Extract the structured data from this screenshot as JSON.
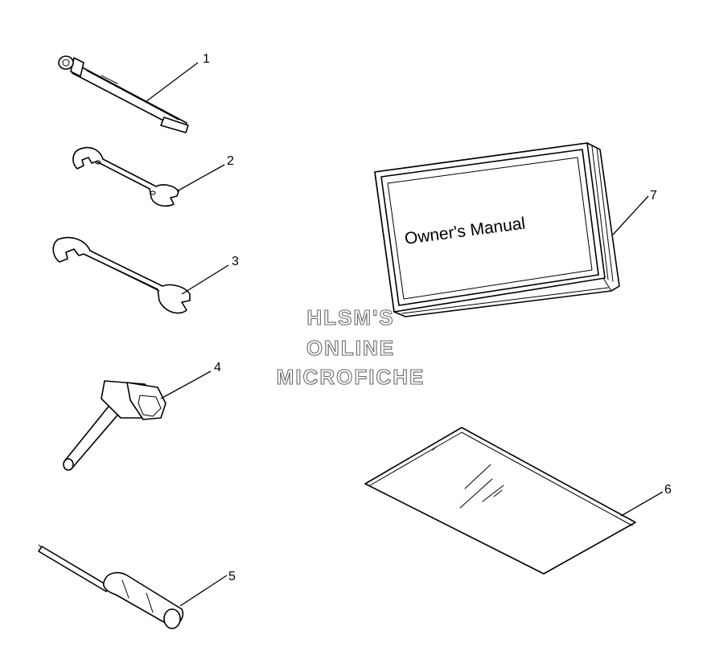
{
  "callouts": [
    "1",
    "2",
    "3",
    "4",
    "5",
    "6",
    "7"
  ],
  "manual_cover_text": "Owner's Manual",
  "watermark": {
    "line1": "HLSM'S",
    "line2": "ONLINE",
    "line3": "MICROFICHE"
  },
  "colors": {
    "ink": "#000000",
    "background": "#ffffff",
    "watermark_outline": "#6a6a6a"
  }
}
